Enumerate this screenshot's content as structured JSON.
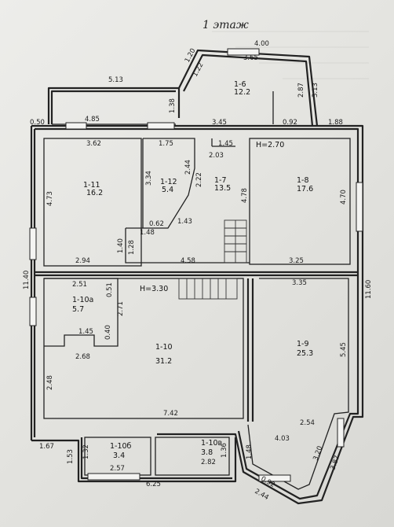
{
  "title": "1 этаж",
  "rooms": [
    {
      "id": "1-11",
      "area": "16.2"
    },
    {
      "id": "1-12",
      "area": "5.4"
    },
    {
      "id": "1-7",
      "area": "13.5"
    },
    {
      "id": "1-8",
      "area": "17.6"
    },
    {
      "id": "1-6",
      "area": "12.2"
    },
    {
      "id": "1-10а",
      "area": "5.7"
    },
    {
      "id": "1-10",
      "area": "31.2"
    },
    {
      "id": "1-9",
      "area": "25.3"
    },
    {
      "id": "1-10б",
      "area": "3.4"
    },
    {
      "id": "1-10в",
      "area": "3.8"
    }
  ],
  "heights": [
    "H=2.70",
    "H=3.30"
  ],
  "dimensions": [
    "4.00",
    "3.65",
    "1.20",
    "1.22",
    "5.13",
    "1.38",
    "2.87",
    "3.13",
    "4.85",
    "0.50",
    "3.45",
    "0.92",
    "1.88",
    "3.62",
    "1.75",
    "1.45",
    "2.03",
    "4.73",
    "3.34",
    "2.44",
    "2.22",
    "4.78",
    "4.70",
    "0.62",
    "1.43",
    "1.48",
    "1.40",
    "1.28",
    "2.94",
    "4.58",
    "3.25",
    "11.40",
    "2.51",
    "0.51",
    "2.71",
    "1.45",
    "0.40",
    "2.68",
    "2.48",
    "3.35",
    "5.45",
    "11.60",
    "7.42",
    "2.54",
    "4.03",
    "1.67",
    "1.53",
    "1.32",
    "2.57",
    "1.36",
    "2.82",
    "1.48",
    "3.20",
    "3.87",
    "6.25",
    "0.92",
    "2.44"
  ]
}
